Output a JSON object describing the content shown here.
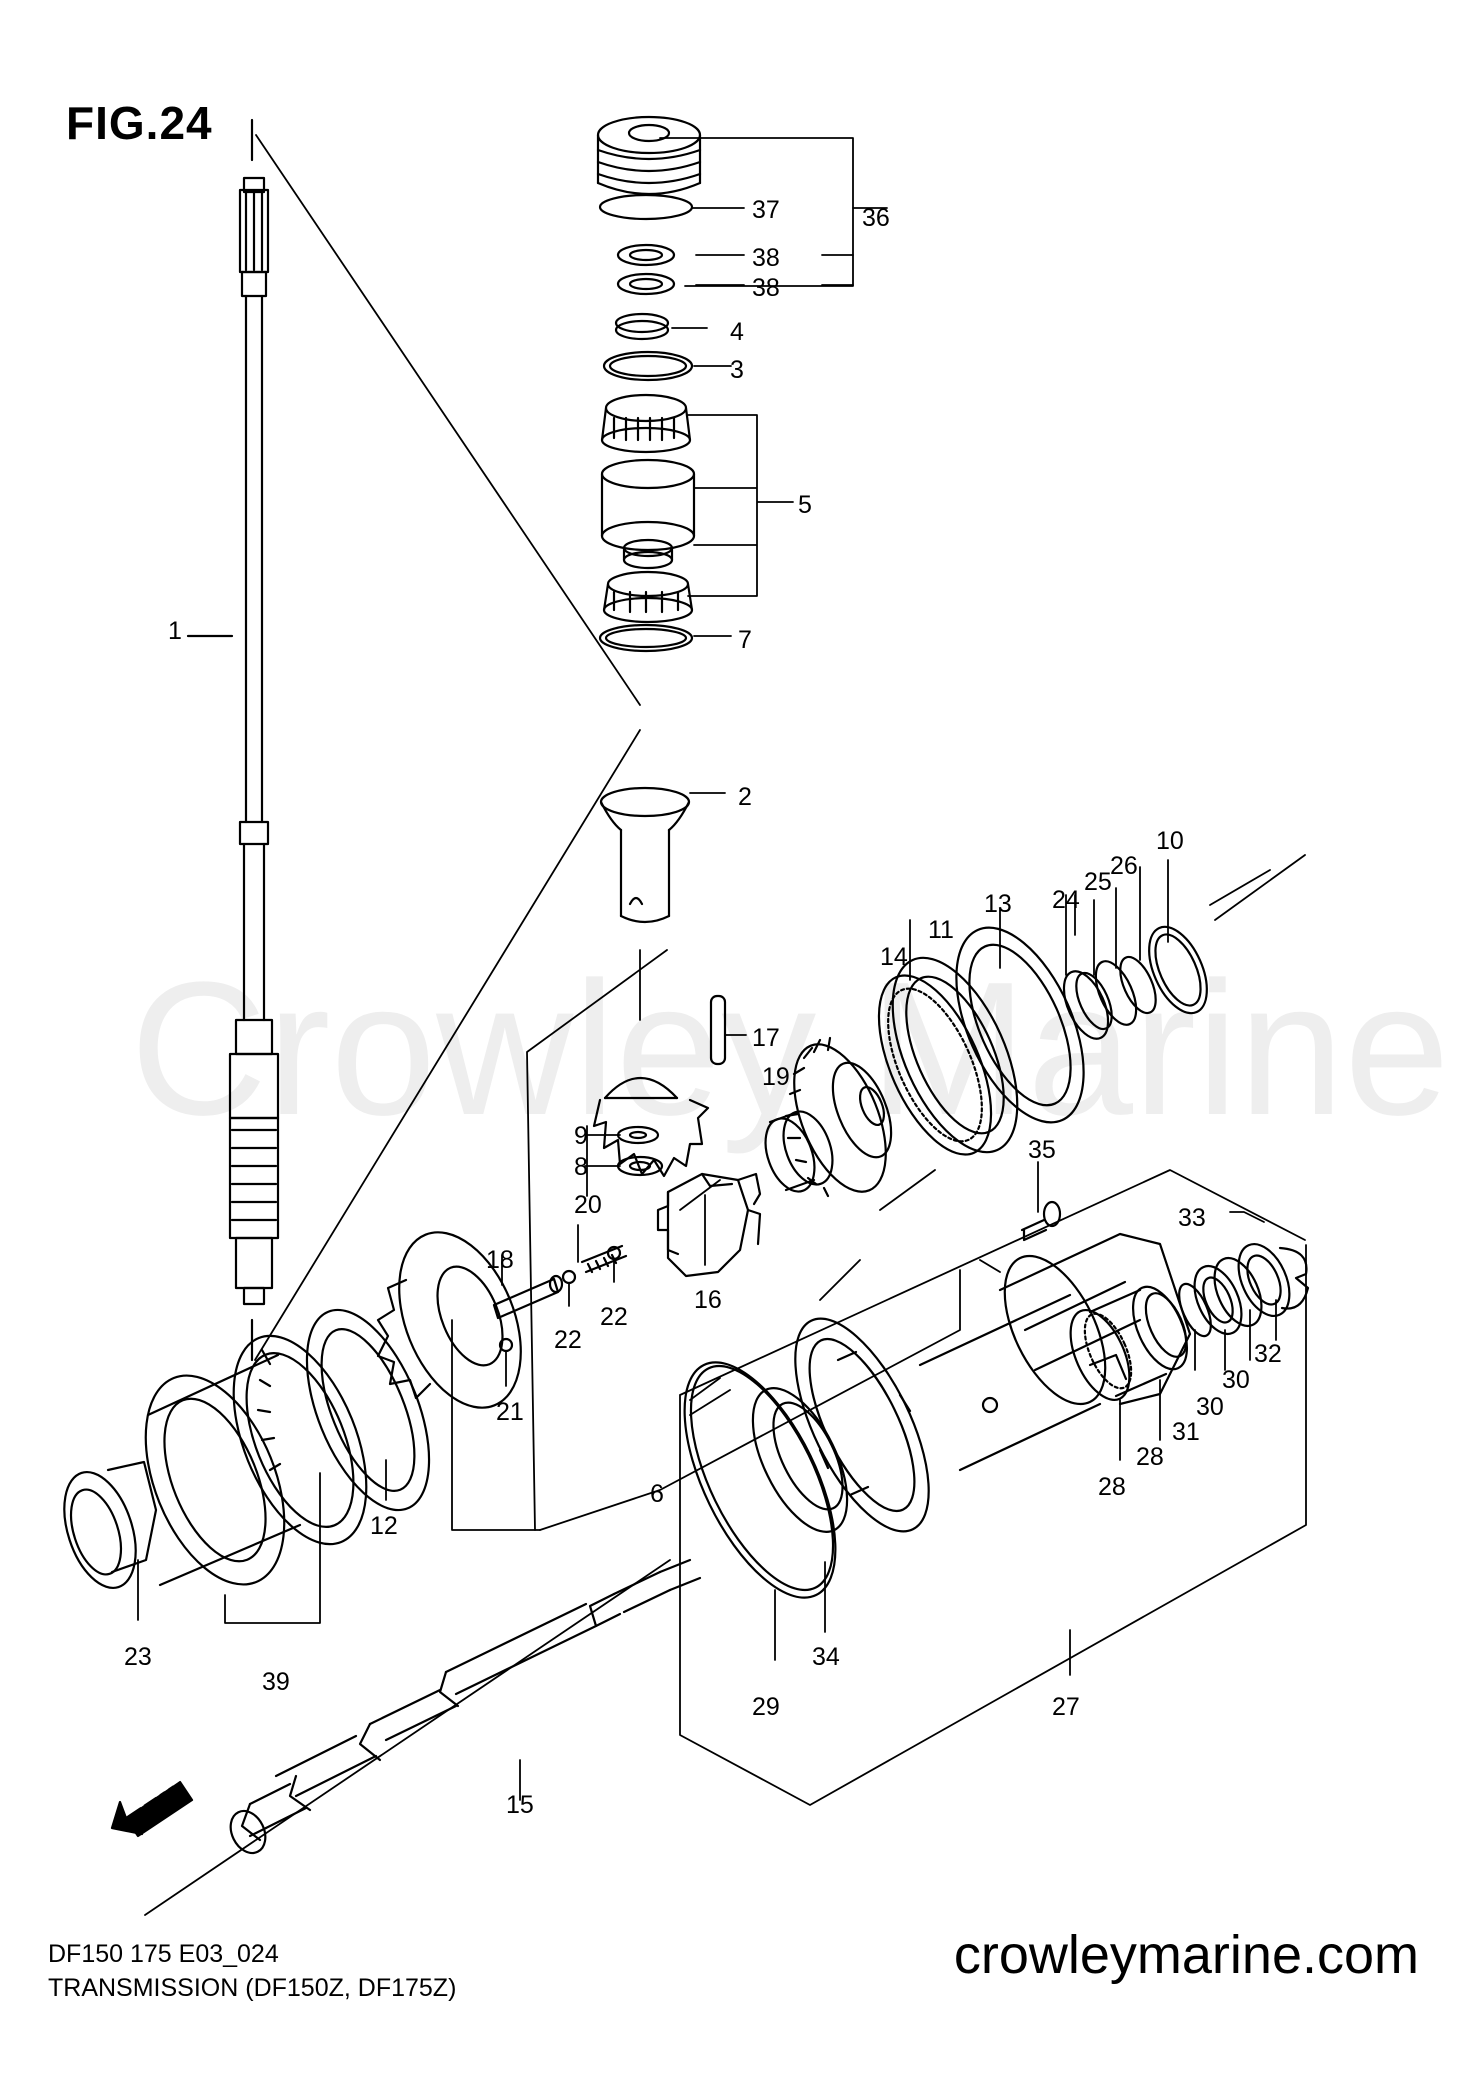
{
  "figure": {
    "title": "FIG.24",
    "drawing_code": "DF150 175 E03_024",
    "caption": "TRANSMISSION (DF150Z, DF175Z)",
    "website": "crowleymarine.com",
    "watermark": "Crowley Marine",
    "fwd_label": "FWD"
  },
  "callouts": [
    "1",
    "2",
    "3",
    "4",
    "5",
    "6",
    "7",
    "8",
    "9",
    "10",
    "11",
    "12",
    "13",
    "14",
    "15",
    "16",
    "17",
    "18",
    "19",
    "20",
    "21",
    "22",
    "22",
    "23",
    "24",
    "25",
    "26",
    "27",
    "28",
    "28",
    "29",
    "30",
    "30",
    "31",
    "32",
    "33",
    "34",
    "35",
    "36",
    "37",
    "38",
    "38",
    "39"
  ]
}
